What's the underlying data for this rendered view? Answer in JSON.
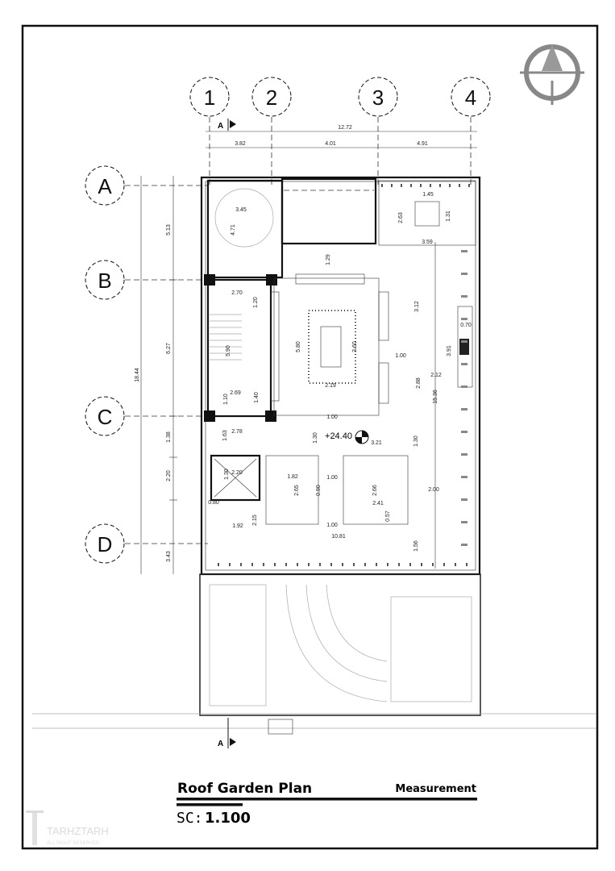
{
  "title": "Roof Garden Plan",
  "subtitle": "Measurement",
  "scale_label": "SC:",
  "scale_value": "1.100",
  "section_marker": "A",
  "level": "+24.40",
  "grid_columns": [
    "1",
    "2",
    "3",
    "4"
  ],
  "grid_rows": [
    "A",
    "B",
    "C",
    "D"
  ],
  "watermark": {
    "brand": "TARHZTARH",
    "tagline": "ALL RIGHT RESERVED"
  },
  "dims": [
    "12.72",
    "3.82",
    "4.01",
    "4.91",
    "3.45",
    "4.71",
    "1.45",
    "2.63",
    "1.31",
    "3.59",
    "1.29",
    "2.70",
    "1.20",
    "5.90",
    "5.80",
    "3.60",
    "2.19",
    "3.12",
    "0.70",
    "3.91",
    "1.00",
    "2.12",
    "2.88",
    "15.36",
    "2.69",
    "1.10",
    "1.40",
    "1.00",
    "2.78",
    "1.63",
    "1.30",
    "3.21",
    "1.30",
    "2.20",
    "1.30",
    "1.82",
    "1.00",
    "2.65",
    "0.90",
    "2.66",
    "2.00",
    "2.41",
    "0.57",
    "0.80",
    "1.92",
    "2.15",
    "1.00",
    "10.81",
    "1.56",
    "18.44",
    "5.13",
    "6.27",
    "1.38",
    "2.20",
    "3.43"
  ]
}
